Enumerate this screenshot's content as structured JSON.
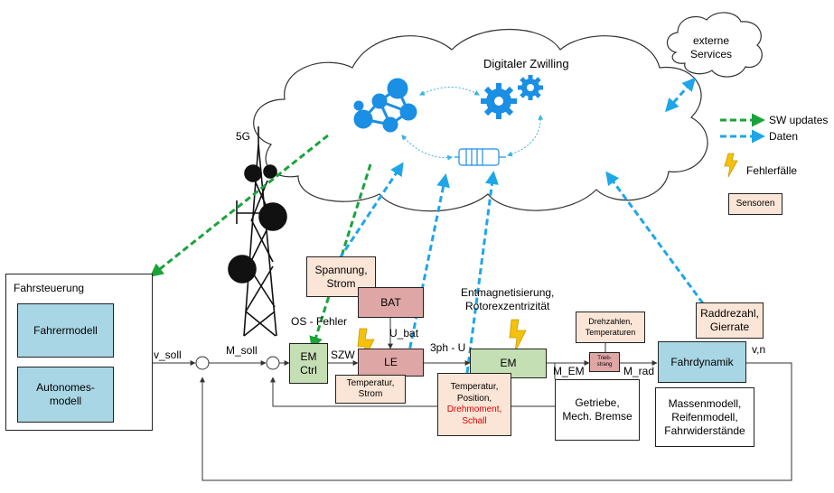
{
  "cloud": {
    "title": "Digitaler Zwilling"
  },
  "external": {
    "label": "externe\nServices"
  },
  "tower": {
    "label": "5G"
  },
  "legend": {
    "sw_updates": "SW updates",
    "daten": "Daten",
    "fehlerfaelle": "Fehlerfälle",
    "sensoren": "Sensoren",
    "colors": {
      "sw": "#1aa33a",
      "data": "#1ea6e8"
    }
  },
  "fahrsteuerung": {
    "title": "Fahrsteuerung",
    "fahrermodell": "Fahrermodell",
    "autonomes": "Autonomes-\nmodell"
  },
  "signals": {
    "v_soll": "v_soll",
    "m_soll": "M_soll",
    "os_fehler": "OS - Fehler",
    "szw": "SZW",
    "u_bat": "U_bat",
    "three_ph": "3ph - U",
    "m_em": "M_EM",
    "m_rad": "M_rad",
    "v_n": "v,n"
  },
  "blocks": {
    "spannung": "Spannung,\nStrom",
    "bat": "BAT",
    "em_ctrl": "EM\nCtrl",
    "le": "LE",
    "le_sensor": "Temperatur,\nStrom",
    "em": "EM",
    "em_sensor_1": "Temperatur,",
    "em_sensor_2": "Position,",
    "em_sensor_3": "Drehmoment,",
    "em_sensor_4": "Schall",
    "entmag": "Entmagnetisierung,\nRotorexzentrizität",
    "drehzahlen": "Drehzahlen,\nTemperaturen",
    "triebstrang": "Trieb-\nstrang",
    "getriebe": "Getriebe,\nMech. Bremse",
    "raddrezahl": "Raddrezahl,\nGierrate",
    "fahrdynamik": "Fahrdynamik",
    "massen": "Massenmodell,\nReifenmodell,\nFahrwiderstände"
  }
}
